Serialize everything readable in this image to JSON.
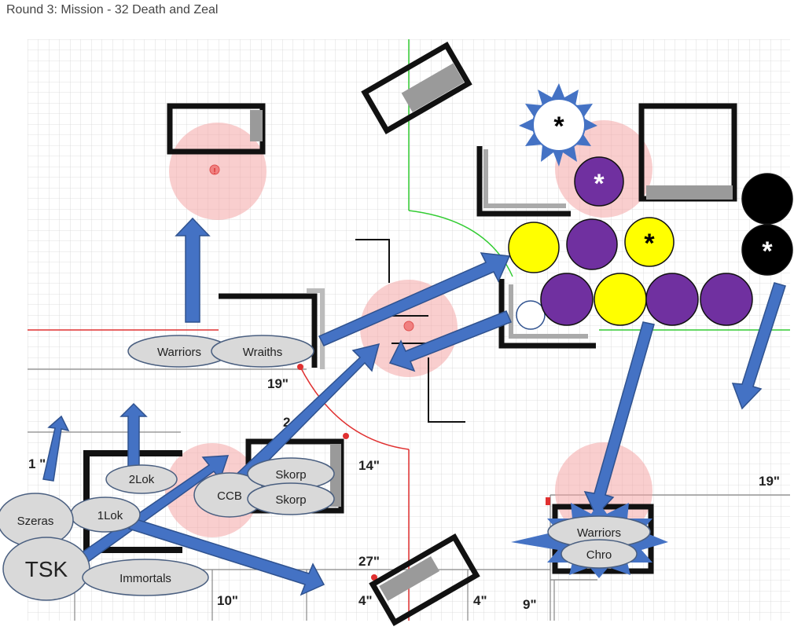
{
  "title": "Round 3: Mission - 32 Death and Zeal",
  "units": {
    "warriors_left": "Warriors",
    "wraiths": "Wraiths",
    "lok2": "2Lok",
    "lok1": "1Lok",
    "szeras": "Szeras",
    "tsk": "TSK",
    "immortals": "Immortals",
    "ccb": "CCB",
    "skorp_top": "Skorp",
    "skorp_bottom": "Skorp",
    "warriors_right": "Warriors",
    "chro": "Chro"
  },
  "distances": {
    "d19_mid": "19\"",
    "d19_right": "19\"",
    "d14": "14\"",
    "d27": "27\"",
    "d10": "10\"",
    "d4_left": "4\"",
    "d4_right": "4\"",
    "d9": "9\"",
    "d1_partial": "1 \"",
    "d2_partial": "2"
  },
  "markers": {
    "star_glyph": "*",
    "objective_glyph": "!"
  },
  "colors": {
    "arrow": "#4472c4",
    "token_fill": "#d9d9d9",
    "token_stroke": "#4a5f80",
    "objective": "#f4a6a6",
    "purple": "#7030a0",
    "yellow": "#ffff00",
    "deploy_red": "#e03030",
    "deploy_green": "#33cc33"
  }
}
